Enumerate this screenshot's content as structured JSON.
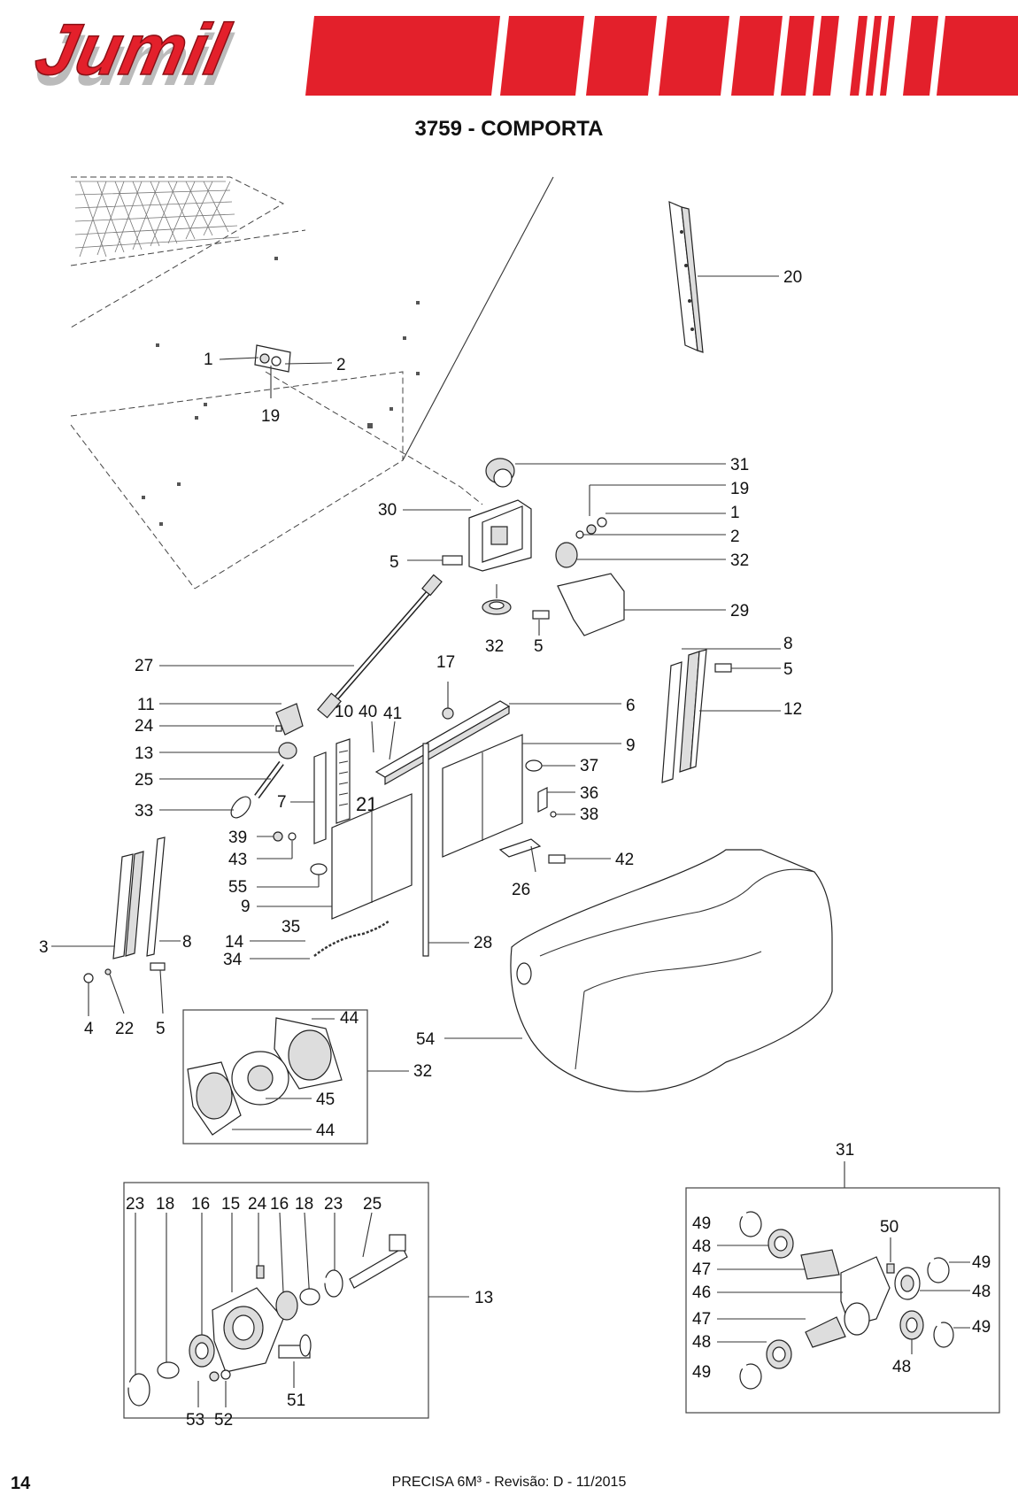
{
  "header": {
    "brand": "Jumil",
    "brand_color": "#e3202b",
    "title": "3759 - COMPORTA"
  },
  "labels": {
    "l1": "1",
    "l2": "2",
    "l19": "19",
    "l20": "20",
    "l31": "31",
    "l19b": "19",
    "l1b": "1",
    "l2b": "2",
    "l32": "32",
    "l29": "29",
    "l30": "30",
    "l5a": "5",
    "l32b": "32",
    "l5b": "5",
    "l8a": "8",
    "l5c": "5",
    "l12": "12",
    "l27": "27",
    "l17": "17",
    "l6": "6",
    "l9a": "9",
    "l11": "11",
    "l24": "24",
    "l13": "13",
    "l25": "25",
    "l33": "33",
    "l10": "10",
    "l40": "40",
    "l41": "41",
    "l7": "7",
    "l21": "21",
    "l37": "37",
    "l36": "36",
    "l38": "38",
    "l42": "42",
    "l26": "26",
    "l39": "39",
    "l43": "43",
    "l55": "55",
    "l9b": "9",
    "l35": "35",
    "l14": "14",
    "l34": "34",
    "l28": "28",
    "l3": "3",
    "l8b": "8",
    "l4": "4",
    "l22": "22",
    "l5d": "5",
    "l44a": "44",
    "l45": "45",
    "l44b": "44",
    "l32c": "32",
    "l54": "54",
    "d13_23a": "23",
    "d13_18a": "18",
    "d13_16a": "16",
    "d13_15": "15",
    "d13_24": "24",
    "d13_16b": "16",
    "d13_18b": "18",
    "d13_23b": "23",
    "d13_25": "25",
    "d13_13": "13",
    "d13_51": "51",
    "d13_53": "53",
    "d13_52": "52",
    "d31_31": "31",
    "d31_49a": "49",
    "d31_48a": "48",
    "d31_47a": "47",
    "d31_46": "46",
    "d31_47b": "47",
    "d31_48b": "48",
    "d31_49b": "49",
    "d31_50": "50",
    "d31_49c": "49",
    "d31_48c": "48",
    "d31_49d": "49",
    "d31_48d": "48"
  },
  "footer": {
    "page_number": "14",
    "text": "PRECISA 6M³ - Revisão: D - 11/2015"
  }
}
